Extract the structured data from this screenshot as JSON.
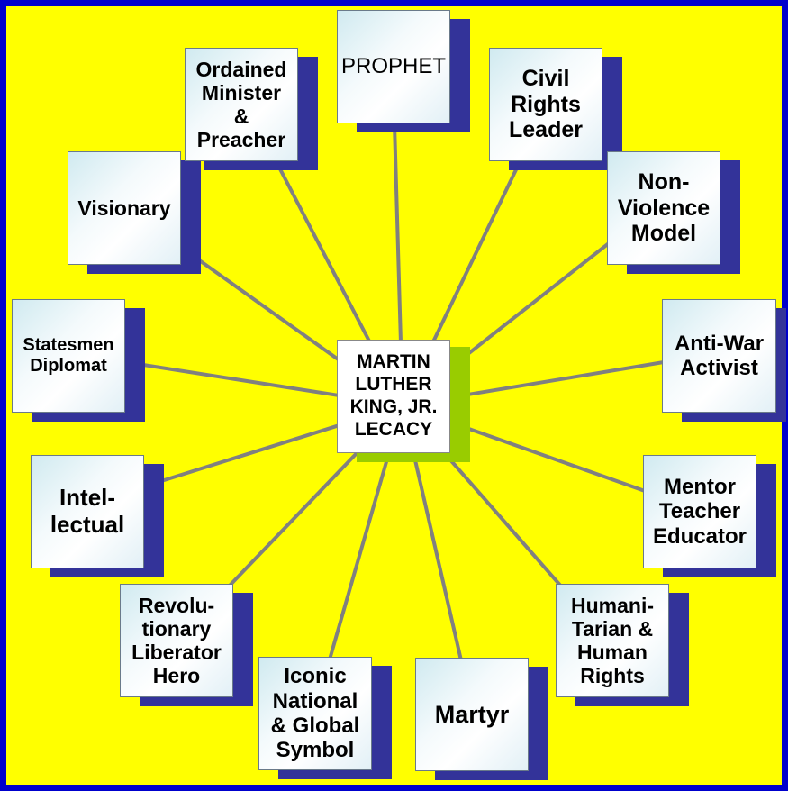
{
  "diagram": {
    "center": {
      "label": "MARTIN\nLUTHER\nKING, JR.\nLECACY"
    },
    "nodes": [
      {
        "id": "prophet",
        "label": "PROPHET"
      },
      {
        "id": "civil-rights",
        "label": "Civil\nRights\nLeader"
      },
      {
        "id": "non-violence",
        "label": "Non-\nViolence\nModel"
      },
      {
        "id": "anti-war",
        "label": "Anti-War\nActivist"
      },
      {
        "id": "mentor",
        "label": "Mentor\nTeacher\nEducator"
      },
      {
        "id": "humanitarian",
        "label": "Humani-\nTarian &\nHuman\nRights"
      },
      {
        "id": "martyr",
        "label": "Martyr"
      },
      {
        "id": "iconic",
        "label": "Iconic\nNational\n& Global\nSymbol"
      },
      {
        "id": "revolutionary",
        "label": "Revolu-\ntionary\nLiberator\nHero"
      },
      {
        "id": "intellectual",
        "label": "Intel-\nlectual"
      },
      {
        "id": "statesmen",
        "label": "Statesmen\nDiplomat"
      },
      {
        "id": "visionary",
        "label": "Visionary"
      },
      {
        "id": "ordained",
        "label": "Ordained\nMinister\n&\nPreacher"
      }
    ]
  },
  "colors": {
    "background": "#ffff00",
    "border": "#0000cc",
    "node_shadow": "#333399",
    "center_shadow": "#99cc00",
    "connector": "#808080"
  }
}
